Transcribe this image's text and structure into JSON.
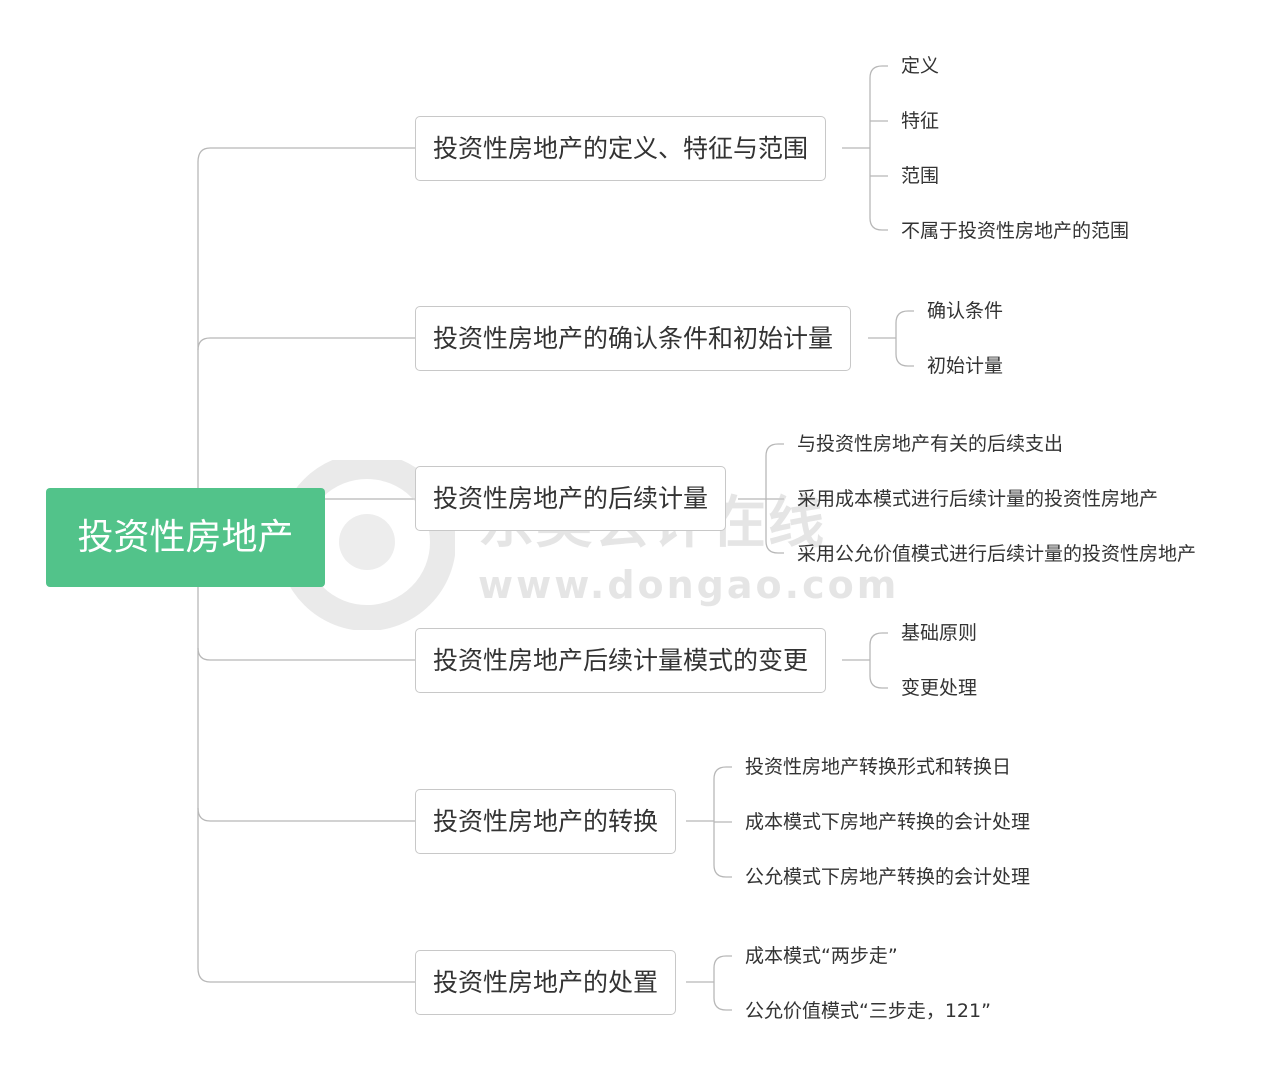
{
  "root": {
    "label": "投资性房地产"
  },
  "branches": [
    {
      "label": "投资性房地产的定义、特征与范围",
      "children": [
        "定义",
        "特征",
        "范围",
        "不属于投资性房地产的范围"
      ]
    },
    {
      "label": "投资性房地产的确认条件和初始计量",
      "children": [
        "确认条件",
        "初始计量"
      ]
    },
    {
      "label": "投资性房地产的后续计量",
      "children": [
        "与投资性房地产有关的后续支出",
        "采用成本模式进行后续计量的投资性房地产",
        "采用公允价值模式进行后续计量的投资性房地产"
      ]
    },
    {
      "label": "投资性房地产后续计量模式的变更",
      "children": [
        "基础原则",
        "变更处理"
      ]
    },
    {
      "label": "投资性房地产的转换",
      "children": [
        "投资性房地产转换形式和转换日",
        "成本模式下房地产转换的会计处理",
        "公允模式下房地产转换的会计处理"
      ]
    },
    {
      "label": "投资性房地产的处置",
      "children": [
        "成本模式“两步走”",
        "公允价值模式“三步走，121”"
      ]
    }
  ],
  "watermark": {
    "brand": "东奥会计在线",
    "url": "www.dongao.com"
  },
  "colors": {
    "root": "#52c38a",
    "line": "#b4b4b4",
    "border": "#c8c8c8",
    "text": "#333333"
  }
}
